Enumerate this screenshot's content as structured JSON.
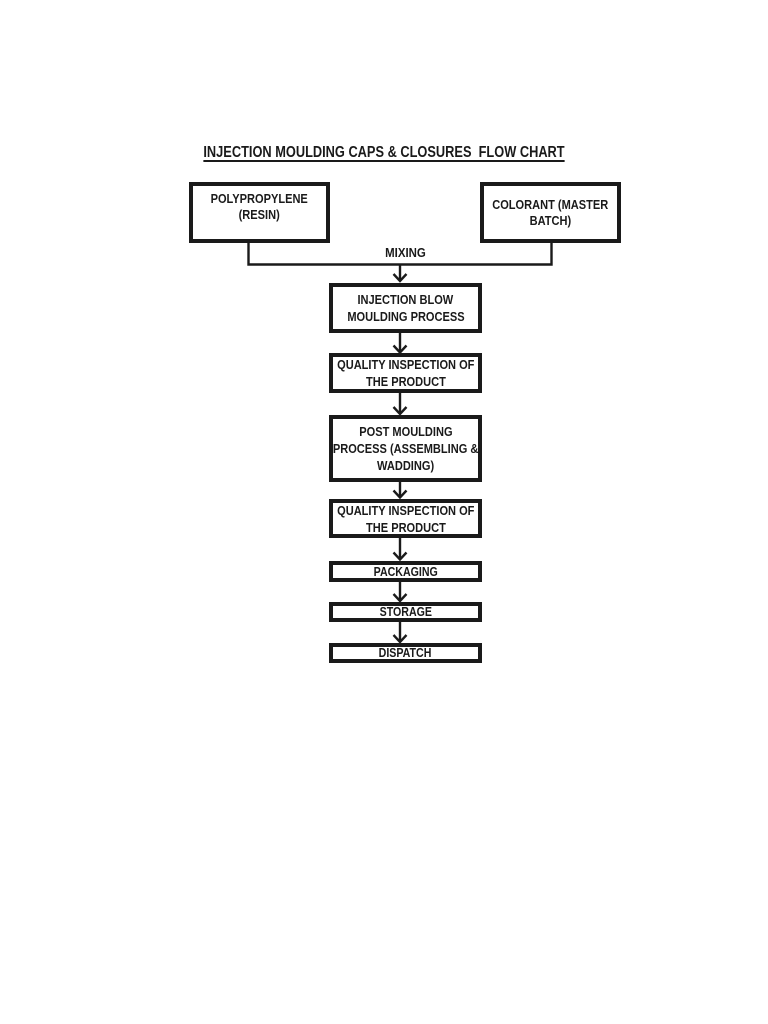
{
  "page": {
    "background": "#ffffff",
    "ink": "#1a1a1a"
  },
  "title": "INJECTION MOULDING CAPS & CLOSURES  FLOW CHART",
  "inputs": {
    "polypropylene": {
      "label": "POLYPROPYLENE (RESIN)",
      "lines": [
        "POLYPROPYLENE",
        "(RESIN)"
      ]
    },
    "colorant": {
      "label": "COLORANT (MASTER BATCH)",
      "lines": [
        "COLORANT (MASTER",
        "BATCH)"
      ]
    }
  },
  "mixing_label": "MIXING",
  "flow": {
    "steps": [
      {
        "label": "INJECTION BLOW MOULDING PROCESS",
        "lines": [
          "INJECTION BLOW",
          "MOULDING PROCESS"
        ]
      },
      {
        "label": "QUALITY INSPECTION OF THE PRODUCT",
        "lines": [
          "QUALITY INSPECTION OF",
          "THE PRODUCT"
        ]
      },
      {
        "label": "POST MOULDING PROCESS (ASSEMBLING & WADDING)",
        "lines": [
          "POST MOULDING",
          "PROCESS (ASSEMBLING &",
          "WADDING)"
        ]
      },
      {
        "label": "QUALITY INSPECTION OF THE PRODUCT",
        "lines": [
          "QUALITY INSPECTION OF",
          "THE PRODUCT"
        ]
      },
      {
        "label": "PACKAGING",
        "lines": [
          "PACKAGING"
        ]
      },
      {
        "label": "STORAGE",
        "lines": [
          "STORAGE"
        ]
      },
      {
        "label": "DISPATCH",
        "lines": [
          "DISPATCH"
        ]
      }
    ]
  }
}
